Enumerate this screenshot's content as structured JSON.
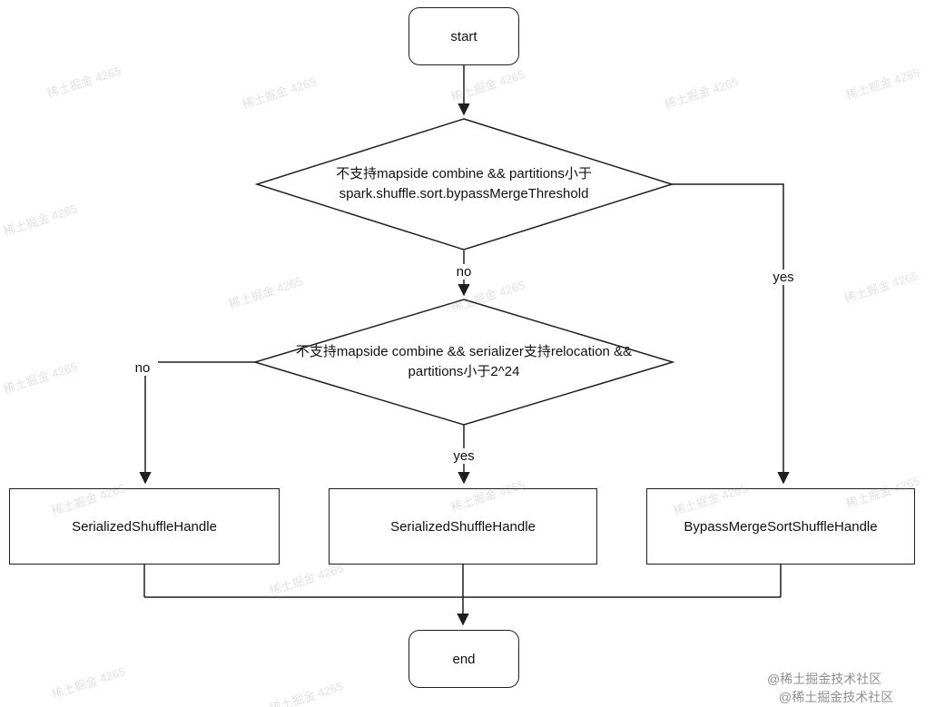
{
  "diagram": {
    "start_label": "start",
    "end_label": "end",
    "decision1_line1": "不支持mapside combine &&  partitions小于",
    "decision1_line2": "spark.shuffle.sort.bypassMergeThreshold",
    "decision2_line1": "不支持mapside combine &&  serializer支持relocation &&",
    "decision2_line2": "partitions小于2^24",
    "edge_d1_no": "no",
    "edge_d1_yes": "yes",
    "edge_d2_no": "no",
    "edge_d2_yes": "yes",
    "box_left_label": "SerializedShuffleHandle",
    "box_center_label": "SerializedShuffleHandle",
    "box_right_label": "BypassMergeSortShuffleHandle"
  },
  "colors": {
    "stroke": "#1f1f1f",
    "background": "#ffffff",
    "credit_gray": "#8f8f8f"
  },
  "watermark": {
    "tile": "稀土掘金 4265",
    "credit1": "@稀土掘金技术社区",
    "credit2": "@稀土掘金技术社区"
  }
}
